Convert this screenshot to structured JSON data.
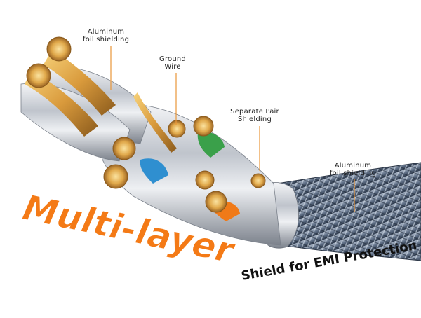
{
  "callouts": {
    "aluminum_inner": {
      "line1": "Aluminum",
      "line2": "foil shielding"
    },
    "ground_wire": {
      "line1": "Ground",
      "line2": "Wire"
    },
    "pair_shielding": {
      "line1": "Separate Pair",
      "line2": "Shielding"
    },
    "aluminum_outer": {
      "line1": "Aluminum",
      "line2": "foil shielding"
    }
  },
  "headline": {
    "big": "Multi-layer",
    "rest": "Shield for EMI Protection"
  },
  "colors": {
    "accent_orange": "#f47a16",
    "leader_line": "#e8963a",
    "copper": "#d99a3c",
    "braid": "#6f7f95"
  }
}
